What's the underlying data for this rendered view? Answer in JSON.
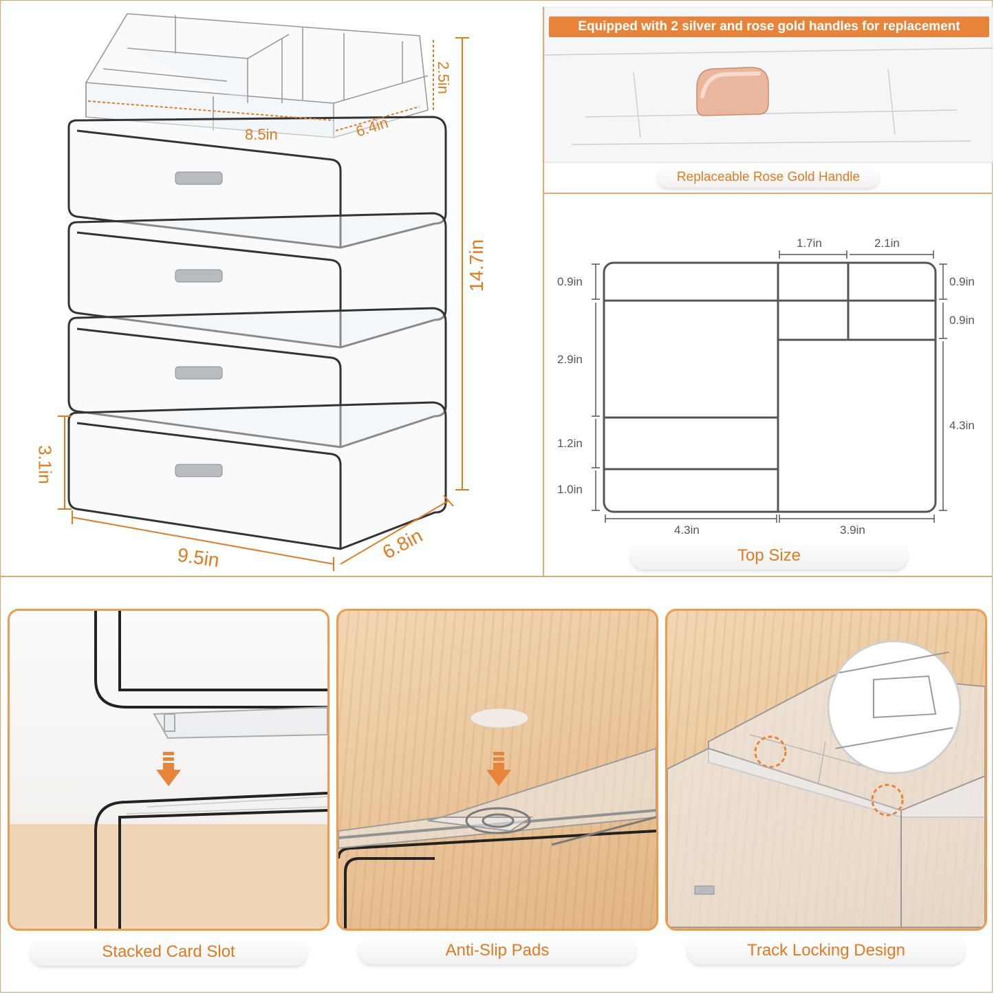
{
  "colors": {
    "accent": "#e8843a",
    "accent_text": "#e07b20",
    "outline": "#555555"
  },
  "organizer": {
    "dims": {
      "top_width": "8.5in",
      "top_depth": "6.4in",
      "top_height": "2.5in",
      "total_height": "14.7in",
      "drawer_height": "3.1in",
      "base_width": "9.5in",
      "base_depth": "6.8in"
    },
    "drawers": [
      {
        "handle": "silver-handle"
      },
      {
        "handle": "silver-handle"
      },
      {
        "handle": "silver-handle"
      },
      {
        "handle": "silver-handle"
      }
    ]
  },
  "handle_panel": {
    "banner": "Equipped with 2 silver and rose gold handles for replacement",
    "caption": "Replaceable Rose Gold Handle"
  },
  "top_size": {
    "caption": "Top Size",
    "top_labels": [
      "1.7in",
      "2.1in"
    ],
    "left_labels": [
      "0.9in",
      "2.9in",
      "1.2in",
      "1.0in"
    ],
    "right_labels": [
      "0.9in",
      "0.9in",
      "4.3in"
    ],
    "bottom_labels": [
      "4.3in",
      "3.9in"
    ]
  },
  "features": [
    {
      "caption": "Stacked Card Slot"
    },
    {
      "caption": "Anti-Slip Pads"
    },
    {
      "caption": "Track Locking Design"
    }
  ]
}
